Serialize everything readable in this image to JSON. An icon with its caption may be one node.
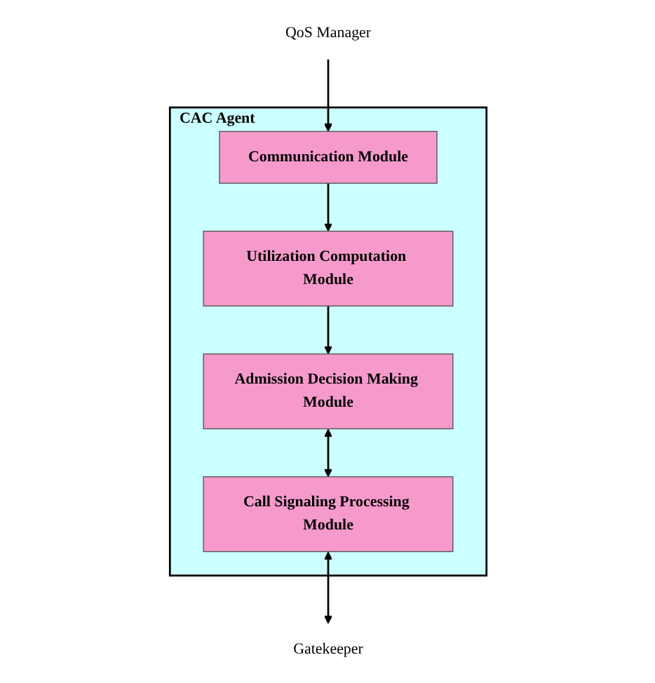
{
  "diagram": {
    "nodes": [
      {
        "text": [
          "QoS Manager"
        ]
      },
      {
        "text": [
          "CAC Agent"
        ]
      },
      {
        "text": [
          "Utilization Computation Module"
        ],
        "in": 1
      },
      {
        "text": [
          "Communication Module"
        ],
        "in": 1
      },
      {
        "text": [
          "Admission Decision Making Module"
        ],
        "in": 1
      },
      {
        "text": [
          "Call Signaling Processing Module"
        ],
        "in": 1
      },
      {
        "text": [
          "Gatekeeper"
        ]
      }
    ],
    "edges": [
      {
        "from": 0,
        "to": 3,
        "arrow": "to"
      },
      {
        "from": 3,
        "to": 2,
        "arrow": "to"
      },
      {
        "from": 2,
        "to": 4,
        "arrow": "to"
      },
      {
        "from": 4,
        "to": 5,
        "arrow": "both"
      },
      {
        "from": 5,
        "to": 6,
        "arrow": "both"
      }
    ]
  }
}
